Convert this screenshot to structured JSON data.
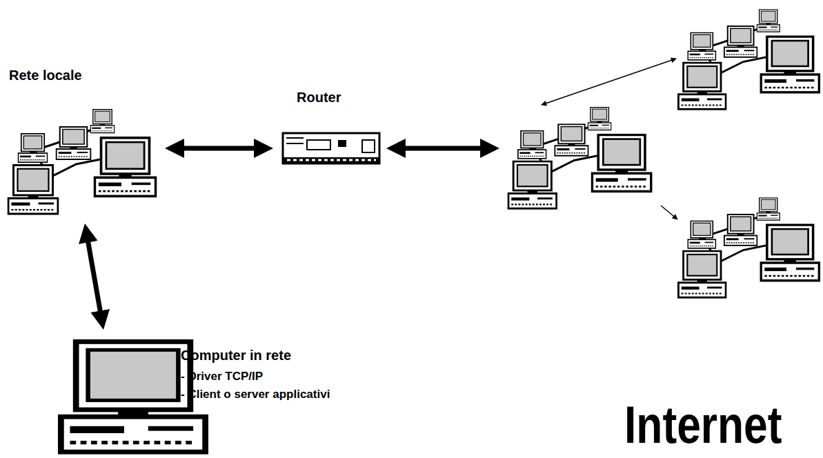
{
  "diagram": {
    "nodes": [
      {
        "text": [
          "Rete locale"
        ]
      },
      {
        "text": [
          "Router"
        ]
      },
      {
        "text": [
          "Computer in rete",
          "- Driver TCP/IP",
          "- Client o server applicativi"
        ]
      }
    ],
    "edges": [
      {
        "from": 0,
        "to": 1,
        "arrow": "both"
      },
      {
        "from": 2,
        "to": 0,
        "arrow": "both"
      }
    ],
    "labels": [
      "Internet"
    ]
  }
}
